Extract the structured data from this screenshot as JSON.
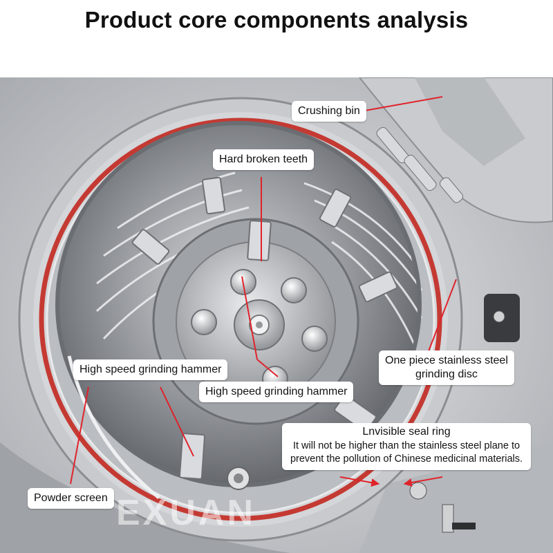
{
  "title": "Product core components analysis",
  "labels": {
    "crushing_bin": "Crushing bin",
    "hard_teeth": "Hard broken teeth",
    "hammer_left": "High speed grinding hammer",
    "hammer_center": "High speed grinding hammer",
    "disc_line1": "One piece stainless steel",
    "disc_line2": "grinding disc",
    "seal_title": "Lnvisible seal ring",
    "seal_desc1": "It will not be higher than the stainless steel plane to",
    "seal_desc2": "prevent the pollution of Chinese medicinal materials.",
    "powder_screen": "Powder screen"
  },
  "watermark": "EXUAN",
  "colors": {
    "arrow": "#e0222a",
    "seal_ring": "#c43a33",
    "steel": "#b9bcc0"
  }
}
